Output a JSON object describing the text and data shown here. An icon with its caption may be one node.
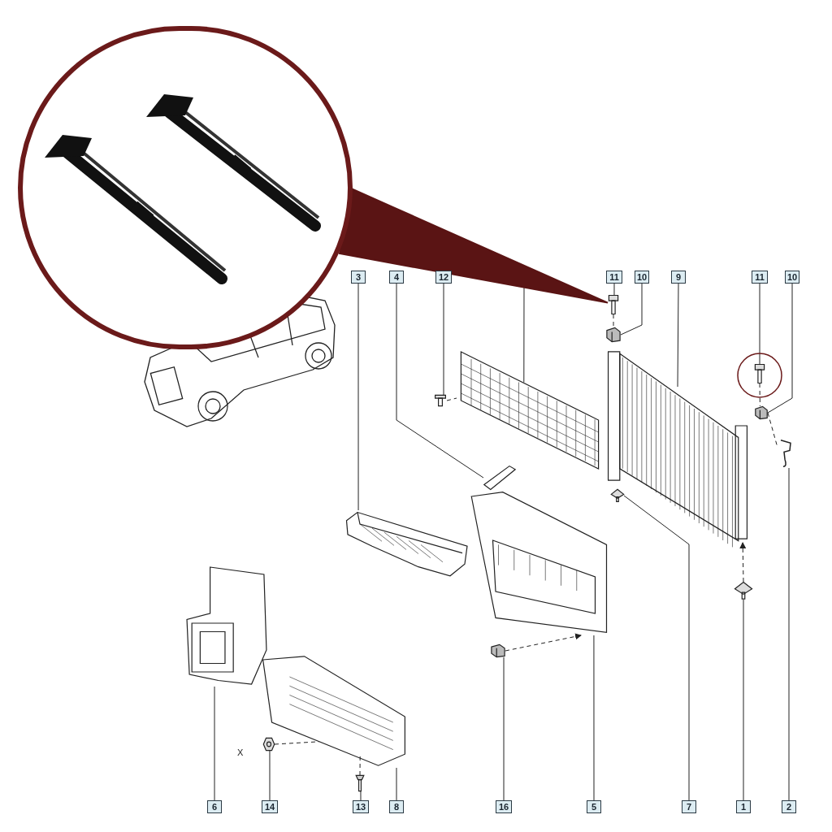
{
  "diagram": {
    "nodes": [
      {
        "text": [
          "3"
        ]
      },
      {
        "text": [
          "4"
        ]
      },
      {
        "text": [
          "12"
        ]
      },
      {
        "text": [
          "11"
        ]
      },
      {
        "text": [
          "10"
        ]
      },
      {
        "text": [
          "9"
        ]
      },
      {
        "text": [
          "11"
        ]
      },
      {
        "text": [
          "10"
        ]
      },
      {
        "text": [
          "6"
        ]
      },
      {
        "text": [
          "14"
        ]
      },
      {
        "text": [
          "13"
        ]
      },
      {
        "text": [
          "8"
        ]
      },
      {
        "text": [
          "16"
        ]
      },
      {
        "text": [
          "5"
        ]
      },
      {
        "text": [
          "7"
        ]
      },
      {
        "text": [
          "1"
        ]
      },
      {
        "text": [
          "2"
        ]
      },
      {
        "text": [],
        "shape": "picture"
      },
      {
        "text": [],
        "shape": "picture"
      },
      {
        "text": [],
        "shape": "picture"
      },
      {
        "text": [],
        "shape": "picture"
      },
      {
        "text": [],
        "shape": "picture"
      },
      {
        "text": [],
        "shape": "picture"
      },
      {
        "text": [],
        "shape": "picture"
      },
      {
        "text": [],
        "shape": "picture"
      },
      {
        "text": [],
        "shape": "picture"
      },
      {
        "text": [],
        "shape": "picture"
      },
      {
        "text": [],
        "shape": "picture"
      },
      {
        "text": [],
        "shape": "picture"
      },
      {
        "text": [],
        "shape": "picture"
      },
      {
        "text": [],
        "shape": "picture"
      },
      {
        "text": [],
        "shape": "picture"
      },
      {
        "text": [],
        "shape": "picture"
      },
      {
        "text": [],
        "shape": "picture"
      },
      {
        "text": [],
        "shape": "picture"
      },
      {
        "text": [],
        "shape": "picture"
      }
    ],
    "edges": [
      {
        "from": 0,
        "to": 17,
        "arrow": "none"
      },
      {
        "from": 1,
        "to": 18,
        "arrow": "none"
      },
      {
        "from": 2,
        "to": 19,
        "arrow": "none"
      },
      {
        "from": null,
        "to": 20,
        "arrow": "none"
      },
      {
        "from": 3,
        "to": 21,
        "arrow": "none"
      },
      {
        "from": 4,
        "to": 22,
        "arrow": "none"
      },
      {
        "from": 5,
        "to": 23,
        "arrow": "none"
      },
      {
        "from": 6,
        "to": 24,
        "arrow": "none"
      },
      {
        "from": 7,
        "to": 25,
        "arrow": "none"
      },
      {
        "from": 16,
        "to": 26,
        "arrow": "none"
      },
      {
        "from": 8,
        "to": 27,
        "arrow": "none"
      },
      {
        "from": 9,
        "to": 28,
        "arrow": "none"
      },
      {
        "from": 10,
        "to": 29,
        "arrow": "none"
      },
      {
        "from": 11,
        "to": 30,
        "arrow": "none"
      },
      {
        "from": 12,
        "to": 31,
        "arrow": "none"
      },
      {
        "from": 13,
        "to": 32,
        "arrow": "none"
      },
      {
        "from": 14,
        "to": 33,
        "arrow": "none"
      },
      {
        "from": 15,
        "to": 34,
        "arrow": "none"
      },
      {
        "from": 35,
        "to": 21,
        "arrow": "none",
        "style": "thick",
        "color": "#5a1414"
      },
      {
        "from": 31,
        "to": 32,
        "arrow": "to",
        "style": "dashed"
      },
      {
        "from": 34,
        "to": 23,
        "arrow": "to",
        "style": "dashed"
      },
      {
        "from": 21,
        "to": 22,
        "arrow": "none",
        "style": "dashed"
      },
      {
        "from": 24,
        "to": 25,
        "arrow": "none",
        "style": "dashed"
      },
      {
        "from": 19,
        "to": 20,
        "arrow": "none",
        "style": "dashed"
      },
      {
        "from": 25,
        "to": 26,
        "arrow": "none",
        "style": "dashed"
      },
      {
        "from": 28,
        "to": 30,
        "arrow": "none",
        "style": "dashed"
      },
      {
        "from": 29,
        "to": 30,
        "arrow": "none",
        "style": "dashed"
      }
    ],
    "labels": [
      "X"
    ]
  }
}
